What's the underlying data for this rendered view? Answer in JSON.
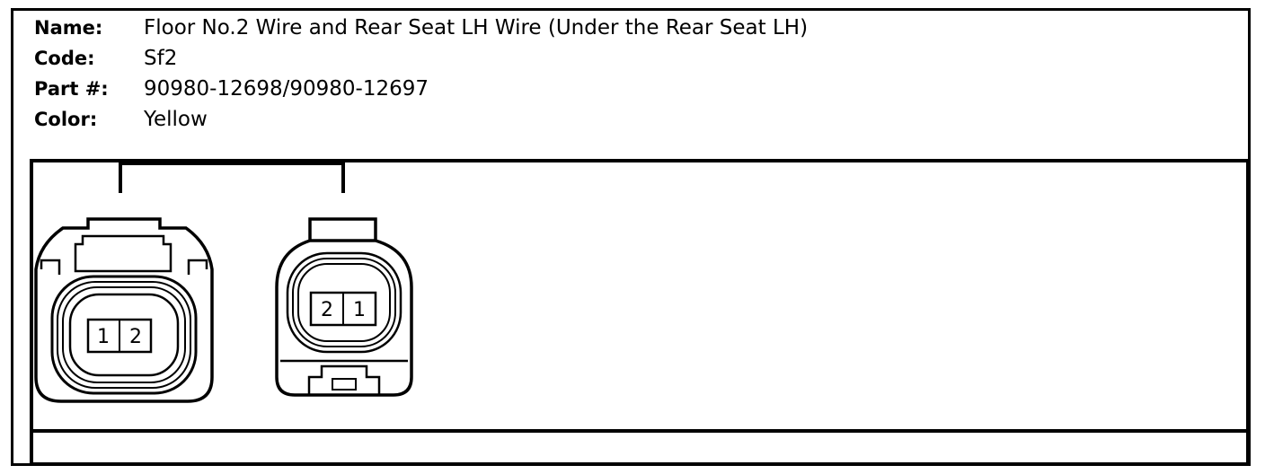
{
  "header": {
    "name_label": "Name:",
    "name_value": "Floor No.2 Wire and Rear Seat LH Wire (Under the Rear Seat LH)",
    "code_label": "Code:",
    "code_value": "Sf2",
    "part_label": "Part #:",
    "part_value": "90980-12698/90980-12697",
    "color_label": "Color:",
    "color_value": "Yellow"
  },
  "connectors": {
    "left": {
      "pins": [
        "1",
        "2"
      ]
    },
    "right": {
      "pins": [
        "2",
        "1"
      ]
    }
  }
}
